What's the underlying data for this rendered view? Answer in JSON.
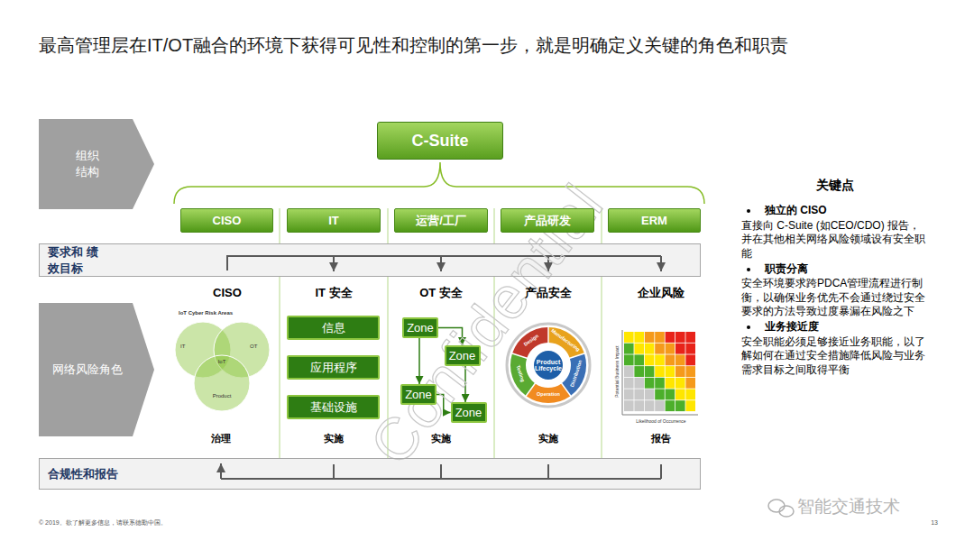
{
  "diagram": {
    "title": "最高管理层在IT/OT融合的环境下获得可见性和控制的第一步，就是明确定义关键的角色和职责",
    "nodes": [
      {
        "text": [
          "组织 结构"
        ]
      },
      {
        "text": [
          "C-Suite"
        ]
      },
      {
        "text": [
          "CISO"
        ]
      },
      {
        "text": [
          "IT"
        ]
      },
      {
        "text": [
          "运营/工厂"
        ]
      },
      {
        "text": [
          "产品研发"
        ]
      },
      {
        "text": [
          "ERM"
        ]
      },
      {
        "text": [
          "要求和 绩效目标"
        ]
      },
      {
        "text": [
          "网络风险角色"
        ]
      },
      {
        "text": [
          "信息"
        ]
      },
      {
        "text": [
          "应用程序"
        ]
      },
      {
        "text": [
          "基础设施"
        ]
      },
      {
        "text": [
          "Zone"
        ]
      },
      {
        "text": [
          "Zone"
        ]
      },
      {
        "text": [
          "Zone"
        ]
      },
      {
        "text": [
          "Zone"
        ]
      },
      {
        "text": [
          "Product Lifecycle"
        ]
      },
      {
        "text": [
          "合规性和报告"
        ]
      }
    ],
    "edges": [
      {
        "from": 12,
        "to": 13,
        "arrow": "to"
      },
      {
        "from": 12,
        "to": 14,
        "arrow": "to"
      },
      {
        "from": 14,
        "to": 15,
        "arrow": "to"
      },
      {
        "from": 13,
        "to": 15,
        "arrow": "to"
      }
    ],
    "labels": [
      "CISO",
      "IT 安全",
      "OT 安全",
      "产品安全",
      "企业风险",
      "IoT Cyber Risk Areas",
      "IT",
      "OT",
      "IoT",
      "Product",
      "Design",
      "Manufacturing",
      "Distribution",
      "Operation",
      "Testing",
      "Potential Business Impact",
      "Likelihood of Occurrence",
      "治理",
      "实施",
      "实施",
      "实施",
      "报告",
      "关键点",
      "独立的 CISO",
      "直接向 C-Suite (如CEO/CDO) 报告，并在其他相关网络风险领域设有安全职能",
      "职责分离",
      "安全环境要求跨PDCA管理流程进行制衡，以确保业务优先不会通过绕过安全要求的方法导致过度暴漏在风险之下",
      "业务接近度",
      "安全职能必须足够接近业务职能，以了解如何在通过安全措施降低风险与业务需求目标之间取得平衡",
      "Confidential",
      "© 2019。欲了解更多信息，请联系德勤中国。",
      "13",
      "智能交通技术"
    ]
  }
}
